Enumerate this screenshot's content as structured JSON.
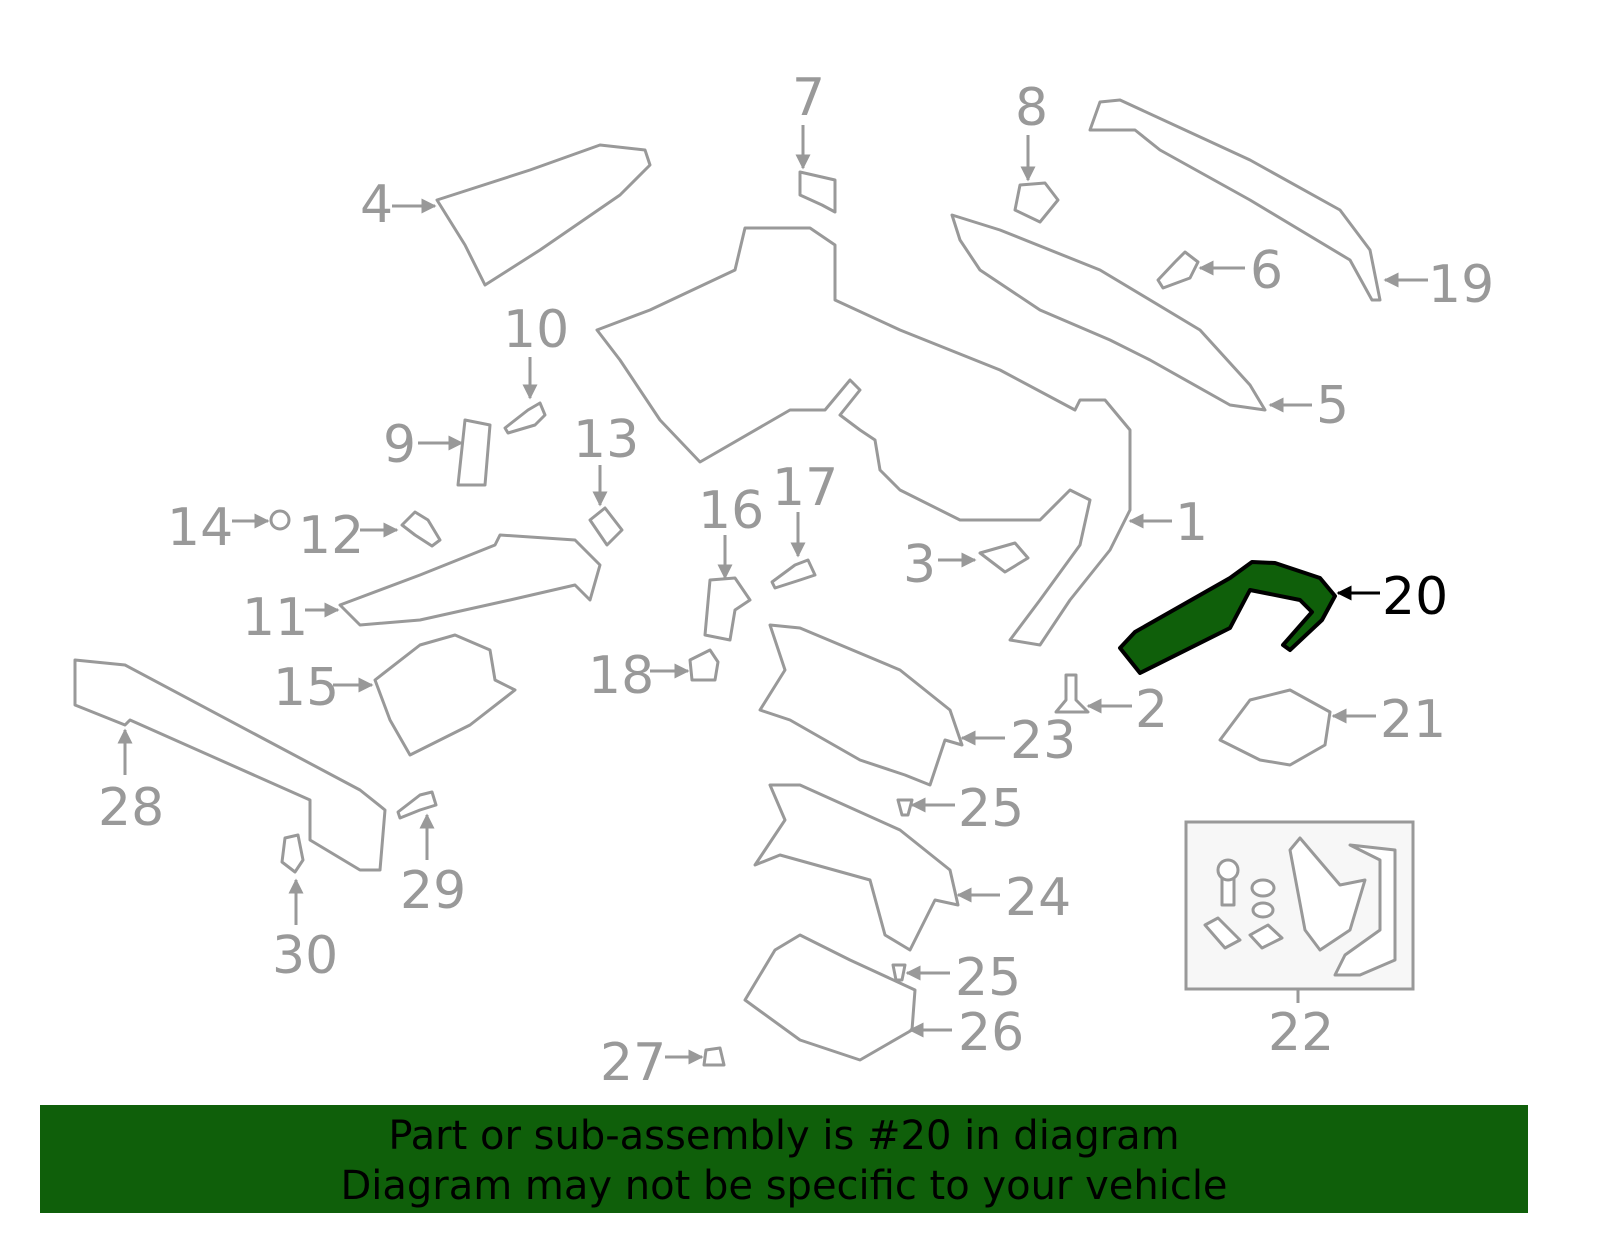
{
  "diagram": {
    "highlight_color": "#0f5f0a",
    "part_color": "#999999",
    "highlighted_part": "20",
    "callouts": [
      "1",
      "2",
      "3",
      "4",
      "5",
      "6",
      "7",
      "8",
      "9",
      "10",
      "11",
      "12",
      "13",
      "14",
      "15",
      "16",
      "17",
      "18",
      "19",
      "20",
      "21",
      "22",
      "23",
      "24",
      "25",
      "25",
      "26",
      "27",
      "28",
      "29",
      "30"
    ]
  },
  "banner": {
    "line1": "Part or sub-assembly is #20 in diagram",
    "line2": "Diagram may not be specific to your vehicle"
  }
}
